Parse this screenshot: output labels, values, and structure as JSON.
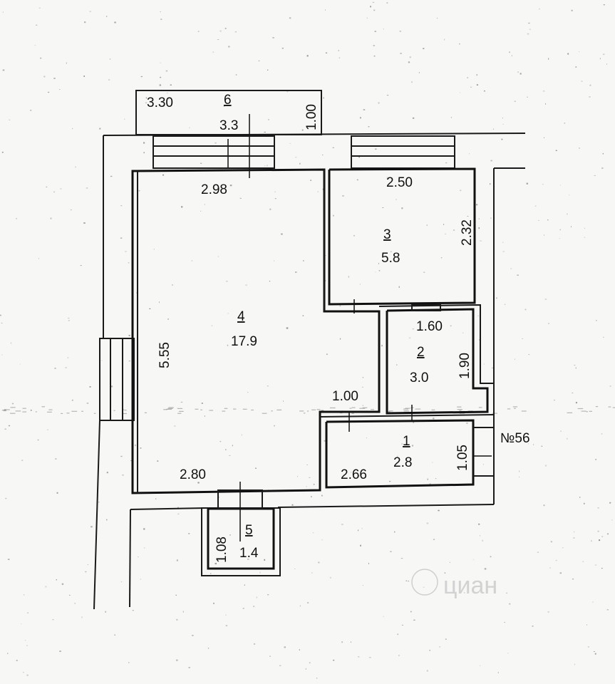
{
  "plan": {
    "apartment_number": "№56",
    "watermark_text": "циан",
    "rooms": [
      {
        "id": "room-6",
        "number": "6",
        "area": "3.3",
        "length": "3.30",
        "width": "1.00"
      },
      {
        "id": "room-4",
        "number": "4",
        "area": "17.9",
        "width": "2.98",
        "height": "5.55",
        "bottom_width": "2.80"
      },
      {
        "id": "room-3",
        "number": "3",
        "area": "5.8",
        "width": "2.50",
        "height": "2.32"
      },
      {
        "id": "room-2",
        "number": "2",
        "area": "3.0",
        "width": "1.60",
        "height": "1.90"
      },
      {
        "id": "room-1",
        "number": "1",
        "area": "2.8",
        "width": "2.66",
        "height": "1.05",
        "extra": "1.00"
      },
      {
        "id": "room-5",
        "number": "5",
        "area": "1.4",
        "height": "1.08"
      }
    ]
  }
}
